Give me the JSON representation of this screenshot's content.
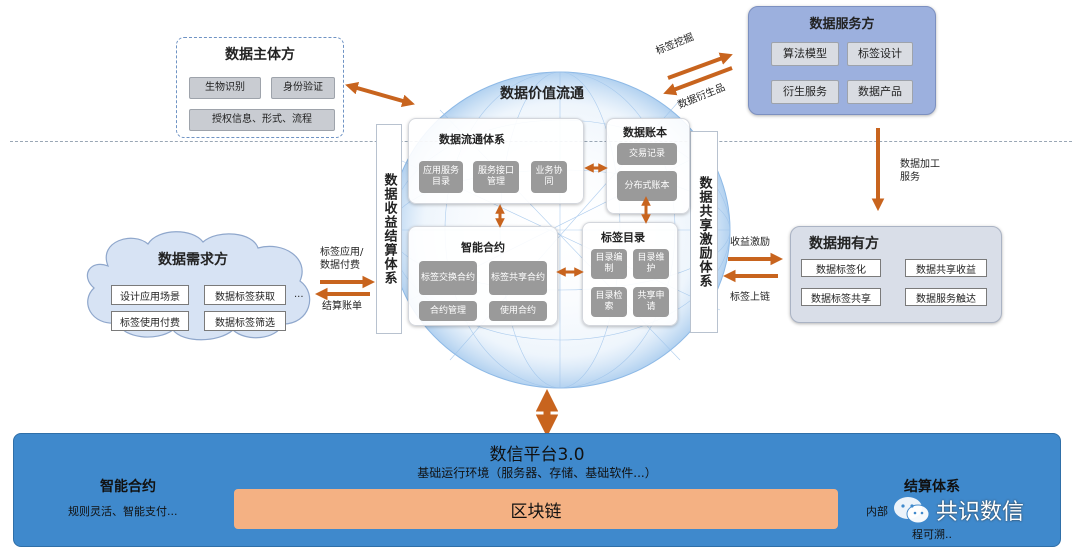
{
  "subject": {
    "title": "数据主体方",
    "items": [
      "生物识别",
      "身份验证",
      "授权信息、形式、流程"
    ]
  },
  "service": {
    "title": "数据服务方",
    "items": [
      "算法模型",
      "标签设计",
      "衍生服务",
      "数据产品"
    ]
  },
  "demand": {
    "title": "数据需求方",
    "items": [
      "设计应用场景",
      "数据标签获取",
      "标签使用付费",
      "数据标签筛选"
    ],
    "ellipsis": "..."
  },
  "owner": {
    "title": "数据拥有方",
    "items": [
      "数据标签化",
      "数据共享收益",
      "数据标签共享",
      "数据服务触达"
    ]
  },
  "value_flow": {
    "title": "数据价值流通",
    "circulation": {
      "title": "数据流通体系",
      "items": [
        "应用服务目录",
        "服务接口管理",
        "业务协同"
      ]
    },
    "ledger": {
      "title": "数据账本",
      "items": [
        "交易记录",
        "分布式账本"
      ]
    },
    "contract": {
      "title": "智能合约",
      "items": [
        "标签交换合约",
        "标签共享合约",
        "合约管理",
        "使用合约"
      ]
    },
    "catalog": {
      "title": "标签目录",
      "items": [
        "目录编制",
        "目录维护",
        "目录检索",
        "共享申请"
      ]
    }
  },
  "settlement_vertical": "数据收益结算体系",
  "sharing_vertical": "数据共享激励体系",
  "arrows": {
    "tag_mining": "标签挖掘",
    "derived": "数据衍生品",
    "processing": "数据加工服务",
    "tag_payment": "标签应用/数据付费",
    "settle_bill": "结算账单",
    "income": "收益激励",
    "tag_chain": "标签上链"
  },
  "platform": {
    "title": "数信平台3.0",
    "subtitle": "基础运行环境（服务器、存储、基础软件...）",
    "blockchain": "区块链",
    "left_title": "智能合约",
    "left_desc": "规则灵活、智能支付...",
    "right_title": "结算体系",
    "right_desc1": "内部",
    "right_desc2": "程可溯..",
    "watermark": "共识数信"
  },
  "colors": {
    "arrow": "#c8641e",
    "platform": "#3f89cc",
    "blockchain": "#f4b183",
    "service_panel": "#9cb0de"
  }
}
